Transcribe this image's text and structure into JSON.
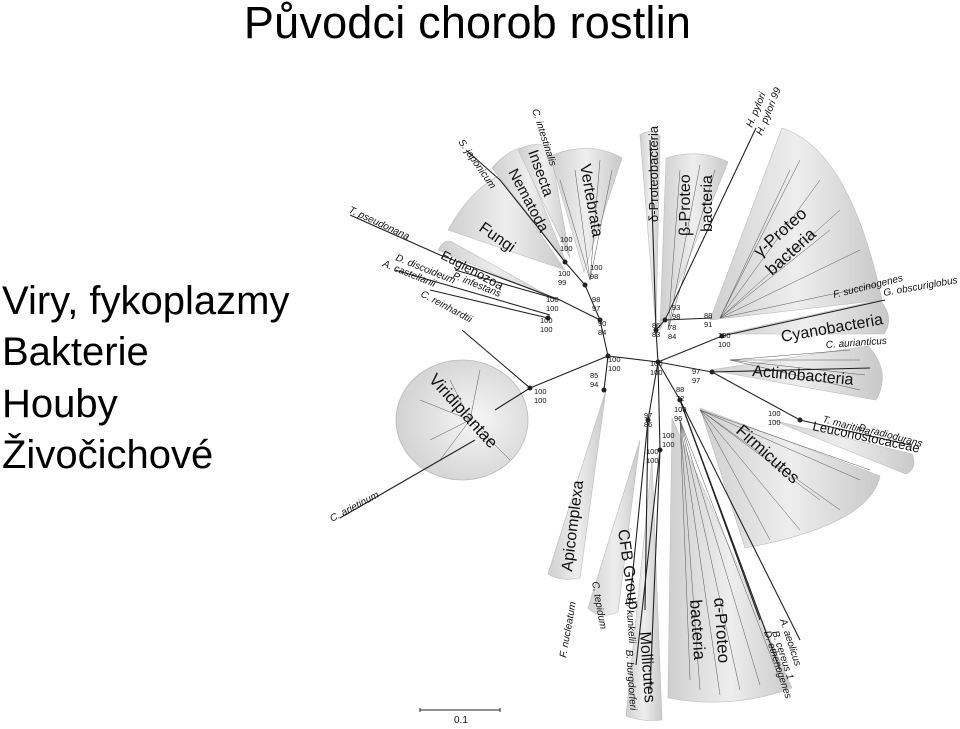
{
  "title": "Původci chorob rostlin",
  "bullets": [
    "Viry, fykoplazmy",
    "Bakterie",
    "Houby",
    "Živočichové"
  ],
  "tree": {
    "groups": {
      "fungi": "Fungi",
      "nematoda": "Nematoda",
      "insecta": "Insecta",
      "vertebrata": "Vertebrata",
      "euglenozoa": "Euglenozoa",
      "viridiplantae": "Viridiplantae",
      "delta_proteobacteria": "δ-Proteobacteria",
      "beta_proteo_1": "β-Proteo",
      "beta_proteo_2": "bacteria",
      "gamma_proteo_1": "γ-Proteo",
      "gamma_proteo_2": "bacteria",
      "cyanobacteria": "Cyanobacteria",
      "actinobacteria": "Actinobacteria",
      "leuconostocaceae": "Leuconostocaceae",
      "firmicutes": "Firmicutes",
      "alpha_proteo_1": "α-Proteo",
      "alpha_proteo_2": "bacteria",
      "mollicutes": "Mollicutes",
      "cfb_group": "CFB Group",
      "apicomplexa": "Apicomplexa"
    },
    "taxa": {
      "c_intestinalis": "C. intestinalis",
      "s_japonicum": "S. japonicum",
      "t_pseudonana": "T. pseudonana",
      "d_discoideum": "D. discoideum",
      "p_infestans": "P. infestans",
      "a_castellanii": "A. castellanii",
      "c_reinhardtii": "C. reinhardtii",
      "c_arietinum": "C. arietinum",
      "h_pylori": "H. pylori",
      "h_pylori_99": "H. pylori 99",
      "f_succinogenes": "F. succinogenes",
      "g_obscuriglobus": "G. obscuriglobus",
      "c_aurianticus": "C. aurianticus",
      "d_radiodurans": "D. radiodurans",
      "t_maritima": "T. maritima",
      "a_aeolicus": "A. aeolicus",
      "b_cereus_1": "B. cereus 1",
      "d_ethenogenes": "D. ethenogenes",
      "s_kunkelii": "S. kunkelii",
      "b_burgdorferi": "B. burgdorferi",
      "c_tepidum": "C. tepidum",
      "f_nucleatum": "F. nucleatum"
    },
    "bootstrap": {
      "b1a": "100",
      "b1b": "100",
      "b2a": "100",
      "b2b": "99",
      "b3a": "100",
      "b3b": "98",
      "b4a": "98",
      "b4b": "97",
      "b5a": "100",
      "b5b": "100",
      "b6a": "100",
      "b6b": "100",
      "b7a": "90",
      "b7b": "84",
      "b8a": "100",
      "b8b": "100",
      "b9a": "85",
      "b9b": "94",
      "b10a": "100",
      "b10b": "100",
      "b11a": "86",
      "b11b": "83",
      "b12a": "93",
      "b12b": "98",
      "b13a": "78",
      "b13b": "84",
      "b14a": "88",
      "b14b": "91",
      "b15a": "100",
      "b15b": "100",
      "b16a": "100",
      "b16b": "100",
      "b17a": "97",
      "b17b": "97",
      "b18a": "88",
      "b18b": "72",
      "b19a": "100",
      "b19b": "96",
      "b20a": "97",
      "b20b": "86",
      "b21a": "100",
      "b21b": "100",
      "b22a": "100",
      "b22b": "100",
      "b23a": "100",
      "b23b": "100"
    },
    "scale_label": "0.1"
  }
}
